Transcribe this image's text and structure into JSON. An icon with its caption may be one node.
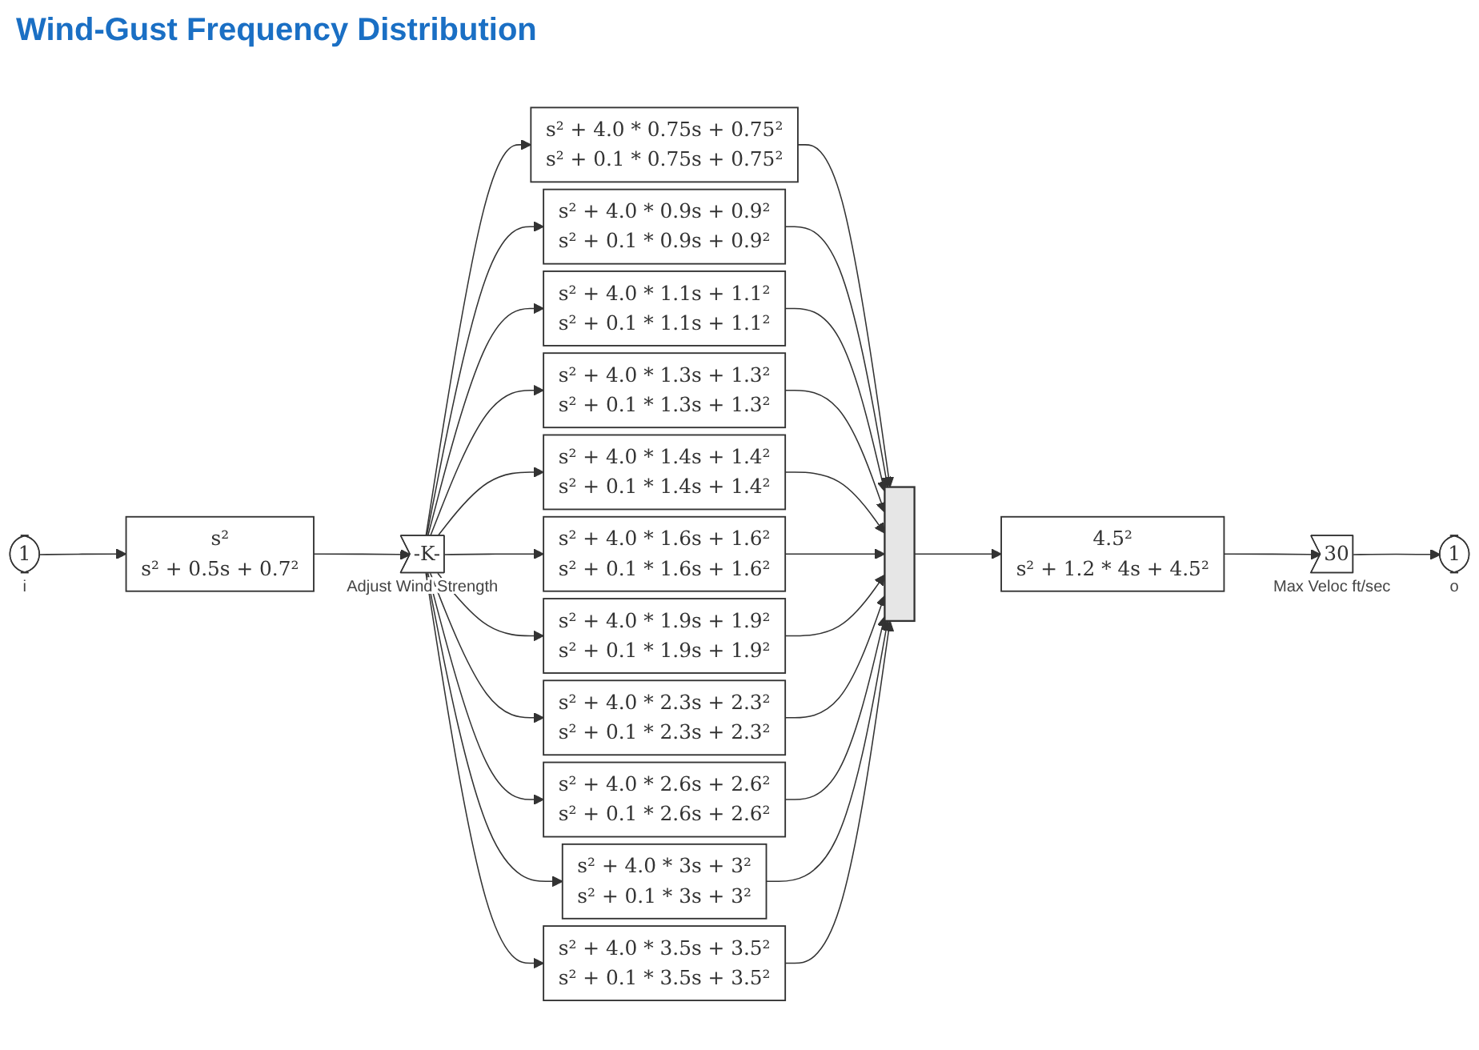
{
  "diagram": {
    "title": "Wind-Gust Frequency Distribution",
    "nodes": [
      {
        "text": [
          "1"
        ],
        "beside": [
          "i"
        ]
      },
      {
        "text": [
          "s²",
          "s² + 0.5s + 0.7²"
        ]
      },
      {
        "text": [
          "-K-"
        ],
        "beside": [
          "Adjust Wind Strength"
        ]
      },
      {
        "text": [
          "s² + 4.0 * 0.75s + 0.75²",
          "s² + 0.1 * 0.75s + 0.75²"
        ]
      },
      {
        "text": [
          "s² + 4.0 * 0.9s + 0.9²",
          "s² + 0.1 * 0.9s + 0.9²"
        ]
      },
      {
        "text": [
          "s² + 4.0 * 1.1s + 1.1²",
          "s² + 0.1 * 1.1s + 1.1²"
        ]
      },
      {
        "text": [
          "s² + 4.0 * 1.3s + 1.3²",
          "s² + 0.1 * 1.3s + 1.3²"
        ]
      },
      {
        "text": [
          "s² + 4.0 * 1.4s + 1.4²",
          "s² + 0.1 * 1.4s + 1.4²"
        ]
      },
      {
        "text": [
          "s² + 4.0 * 1.6s + 1.6²",
          "s² + 0.1 * 1.6s + 1.6²"
        ]
      },
      {
        "text": [
          "s² + 4.0 * 1.9s + 1.9²",
          "s² + 0.1 * 1.9s + 1.9²"
        ]
      },
      {
        "text": [
          "s² + 4.0 * 2.3s + 2.3²",
          "s² + 0.1 * 2.3s + 2.3²"
        ]
      },
      {
        "text": [
          "s² + 4.0 * 2.6s + 2.6²",
          "s² + 0.1 * 2.6s + 2.6²"
        ]
      },
      {
        "text": [
          "s² + 4.0 * 3s + 3²",
          "s² + 0.1 * 3s + 3²"
        ]
      },
      {
        "text": [
          "s² + 4.0 * 3.5s + 3.5²",
          "s² + 0.1 * 3.5s + 3.5²"
        ]
      },
      {
        "text": [],
        "shape": "bar"
      },
      {
        "text": [
          "4.5²",
          "s² + 1.2 * 4s + 4.5²"
        ]
      },
      {
        "text": [
          "30"
        ],
        "beside": [
          "Max Veloc ft/sec"
        ]
      },
      {
        "text": [
          "1"
        ],
        "beside": [
          "o"
        ]
      }
    ],
    "edges": [
      {
        "from": 0,
        "to": 1,
        "arrow": "to"
      },
      {
        "from": 1,
        "to": 2,
        "arrow": "to"
      },
      {
        "from": 2,
        "to": 3,
        "arrow": "to"
      },
      {
        "from": 2,
        "to": 4,
        "arrow": "to"
      },
      {
        "from": 2,
        "to": 5,
        "arrow": "to"
      },
      {
        "from": 2,
        "to": 6,
        "arrow": "to"
      },
      {
        "from": 2,
        "to": 7,
        "arrow": "to"
      },
      {
        "from": 2,
        "to": 8,
        "arrow": "to"
      },
      {
        "from": 2,
        "to": 9,
        "arrow": "to"
      },
      {
        "from": 2,
        "to": 10,
        "arrow": "to"
      },
      {
        "from": 2,
        "to": 11,
        "arrow": "to"
      },
      {
        "from": 2,
        "to": 12,
        "arrow": "to"
      },
      {
        "from": 2,
        "to": 13,
        "arrow": "to"
      },
      {
        "from": 3,
        "to": 14,
        "arrow": "to"
      },
      {
        "from": 4,
        "to": 14,
        "arrow": "to"
      },
      {
        "from": 5,
        "to": 14,
        "arrow": "to"
      },
      {
        "from": 6,
        "to": 14,
        "arrow": "to"
      },
      {
        "from": 7,
        "to": 14,
        "arrow": "to"
      },
      {
        "from": 8,
        "to": 14,
        "arrow": "to"
      },
      {
        "from": 9,
        "to": 14,
        "arrow": "to"
      },
      {
        "from": 10,
        "to": 14,
        "arrow": "to"
      },
      {
        "from": 11,
        "to": 14,
        "arrow": "to"
      },
      {
        "from": 12,
        "to": 14,
        "arrow": "to"
      },
      {
        "from": 13,
        "to": 14,
        "arrow": "to"
      },
      {
        "from": 14,
        "to": 15,
        "arrow": "to"
      },
      {
        "from": 15,
        "to": 16,
        "arrow": "to"
      },
      {
        "from": 16,
        "to": 17,
        "arrow": "to"
      }
    ]
  }
}
